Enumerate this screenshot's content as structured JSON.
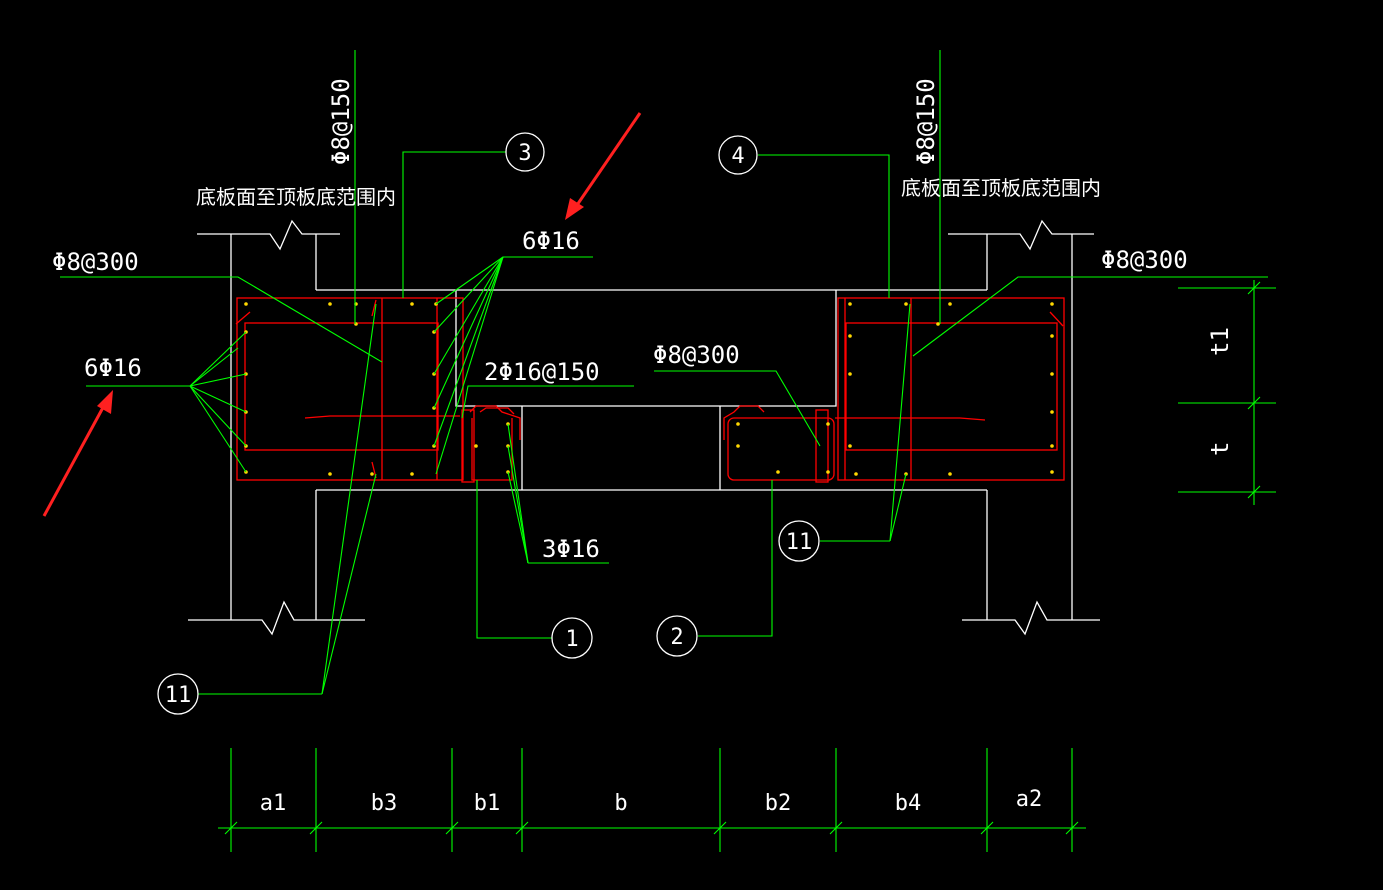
{
  "colors": {
    "background": "#000000",
    "outline": "#ffffff",
    "leader": "#00ff00",
    "rebar": "#ff0000",
    "rebar_point": "#ffd800",
    "arrow": "#ff2020",
    "text": "#ffffff"
  },
  "labels": {
    "left_vertical_rebar": "Φ8@150",
    "right_vertical_rebar": "Φ8@150",
    "left_range_note": "底板面至顶板底范围内",
    "right_range_note": "底板面至顶板底范围内",
    "left_stirrup": "Φ8@300",
    "right_stirrup": "Φ8@300",
    "center_stirrup": "Φ8@300",
    "left_main_bars": "6Φ16",
    "top_main_bars": "6Φ16",
    "center_bars": "2Φ16@150",
    "bottom_bars": "3Φ16",
    "side_dim_t1": "t1",
    "side_dim_t": "t"
  },
  "callouts": [
    {
      "id": "callout-1",
      "text": "1"
    },
    {
      "id": "callout-2",
      "text": "2"
    },
    {
      "id": "callout-3",
      "text": "3"
    },
    {
      "id": "callout-4",
      "text": "4"
    },
    {
      "id": "callout-11-left",
      "text": "11"
    },
    {
      "id": "callout-11-right",
      "text": "11"
    }
  ],
  "dimensions": [
    "a1",
    "b3",
    "b1",
    "b",
    "b2",
    "b4",
    "a2"
  ]
}
